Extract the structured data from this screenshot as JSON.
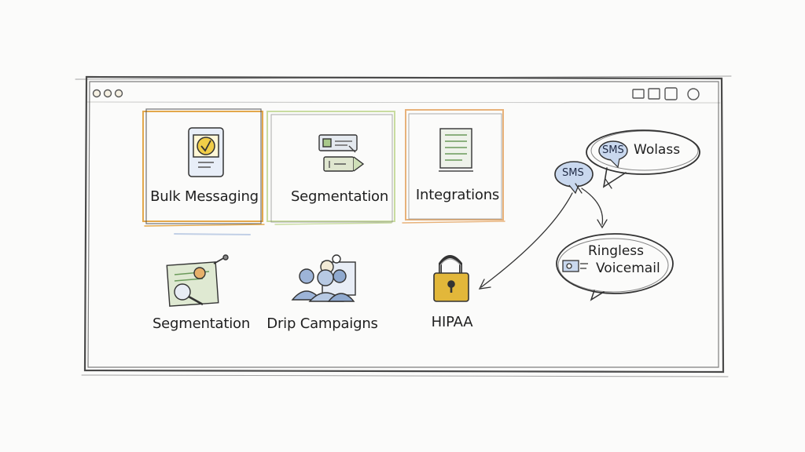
{
  "window": {
    "controls_left": [
      "dot-1",
      "dot-2",
      "dot-3"
    ],
    "controls_right": [
      "minimize",
      "restore",
      "maximize",
      "close"
    ]
  },
  "cards": [
    {
      "label": "Bulk Messaging",
      "icon": "phone-check-icon",
      "accent": "#e3a84b"
    },
    {
      "label": "Segmentation",
      "icon": "tags-icon",
      "accent": "#c9dca0"
    },
    {
      "label": "Integrations",
      "icon": "document-list-icon",
      "accent": "#e8b27a"
    }
  ],
  "features": [
    {
      "label": "Segmentation",
      "icon": "magnifier-card-icon"
    },
    {
      "label": "Drip Campaigns",
      "icon": "people-icon"
    },
    {
      "label": "HIPAA",
      "icon": "padlock-icon"
    }
  ],
  "bubbles": {
    "sms_small": "SMS",
    "sms_inner": "SMS",
    "whatsapp": "Wolass",
    "voicemail_line1": "Ringless",
    "voicemail_line2": "Voicemail"
  },
  "colors": {
    "ink": "#3a3a3a",
    "lock": "#e2b73a",
    "blue": "#5d86c4"
  }
}
